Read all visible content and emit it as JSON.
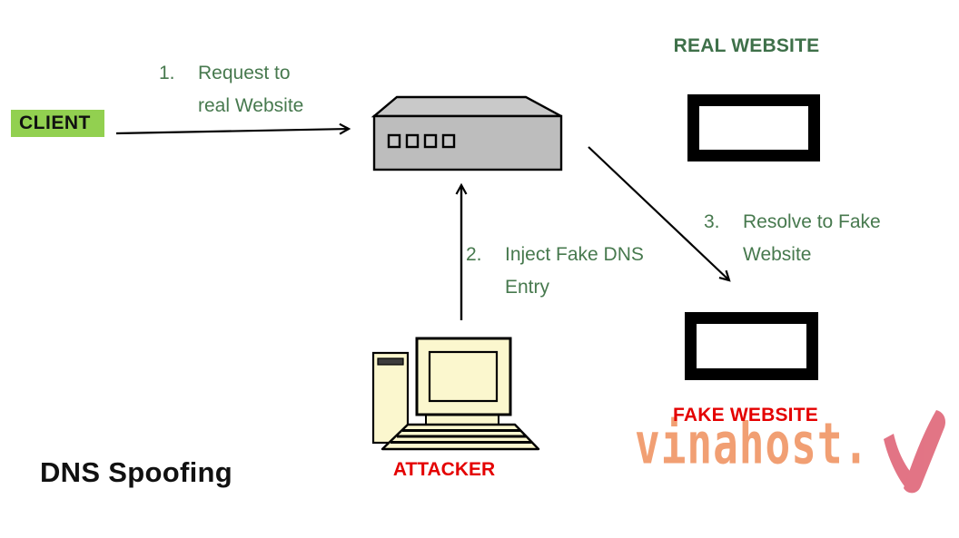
{
  "diagram": {
    "title": "DNS Spoofing",
    "nodes": {
      "client": {
        "label": "CLIENT",
        "bg_color": "#92d050"
      },
      "dns_server": {
        "icon": "server-box-icon"
      },
      "real_website": {
        "title": "REAL WEBSITE",
        "icon": "monitor-frame-icon"
      },
      "fake_website": {
        "label": "FAKE WEBSITE",
        "icon": "monitor-frame-icon"
      },
      "attacker": {
        "label": "ATTACKER",
        "icon": "desktop-computer-icon"
      }
    },
    "steps": [
      {
        "number": "1.",
        "lines": [
          "Request to",
          "real Website"
        ],
        "from": "client",
        "to": "dns_server"
      },
      {
        "number": "2.",
        "lines": [
          "Inject Fake DNS",
          "Entry"
        ],
        "from": "attacker",
        "to": "dns_server"
      },
      {
        "number": "3.",
        "lines": [
          "Resolve to Fake",
          "Website"
        ],
        "from": "dns_server",
        "to": "fake_website"
      }
    ],
    "colors": {
      "step_text_green": "#47794e",
      "heading_green": "#3e7049",
      "label_red": "#e40000",
      "client_bg": "#92d050",
      "server_fill": "#bfbfbf",
      "computer_fill": "#fbf7ce",
      "outline": "#000000"
    }
  },
  "watermark": {
    "text": "vinahost",
    "suffix": ".",
    "logo": "v-checkmark-logo",
    "text_color": "#f09868",
    "logo_color": "#e0697b"
  }
}
